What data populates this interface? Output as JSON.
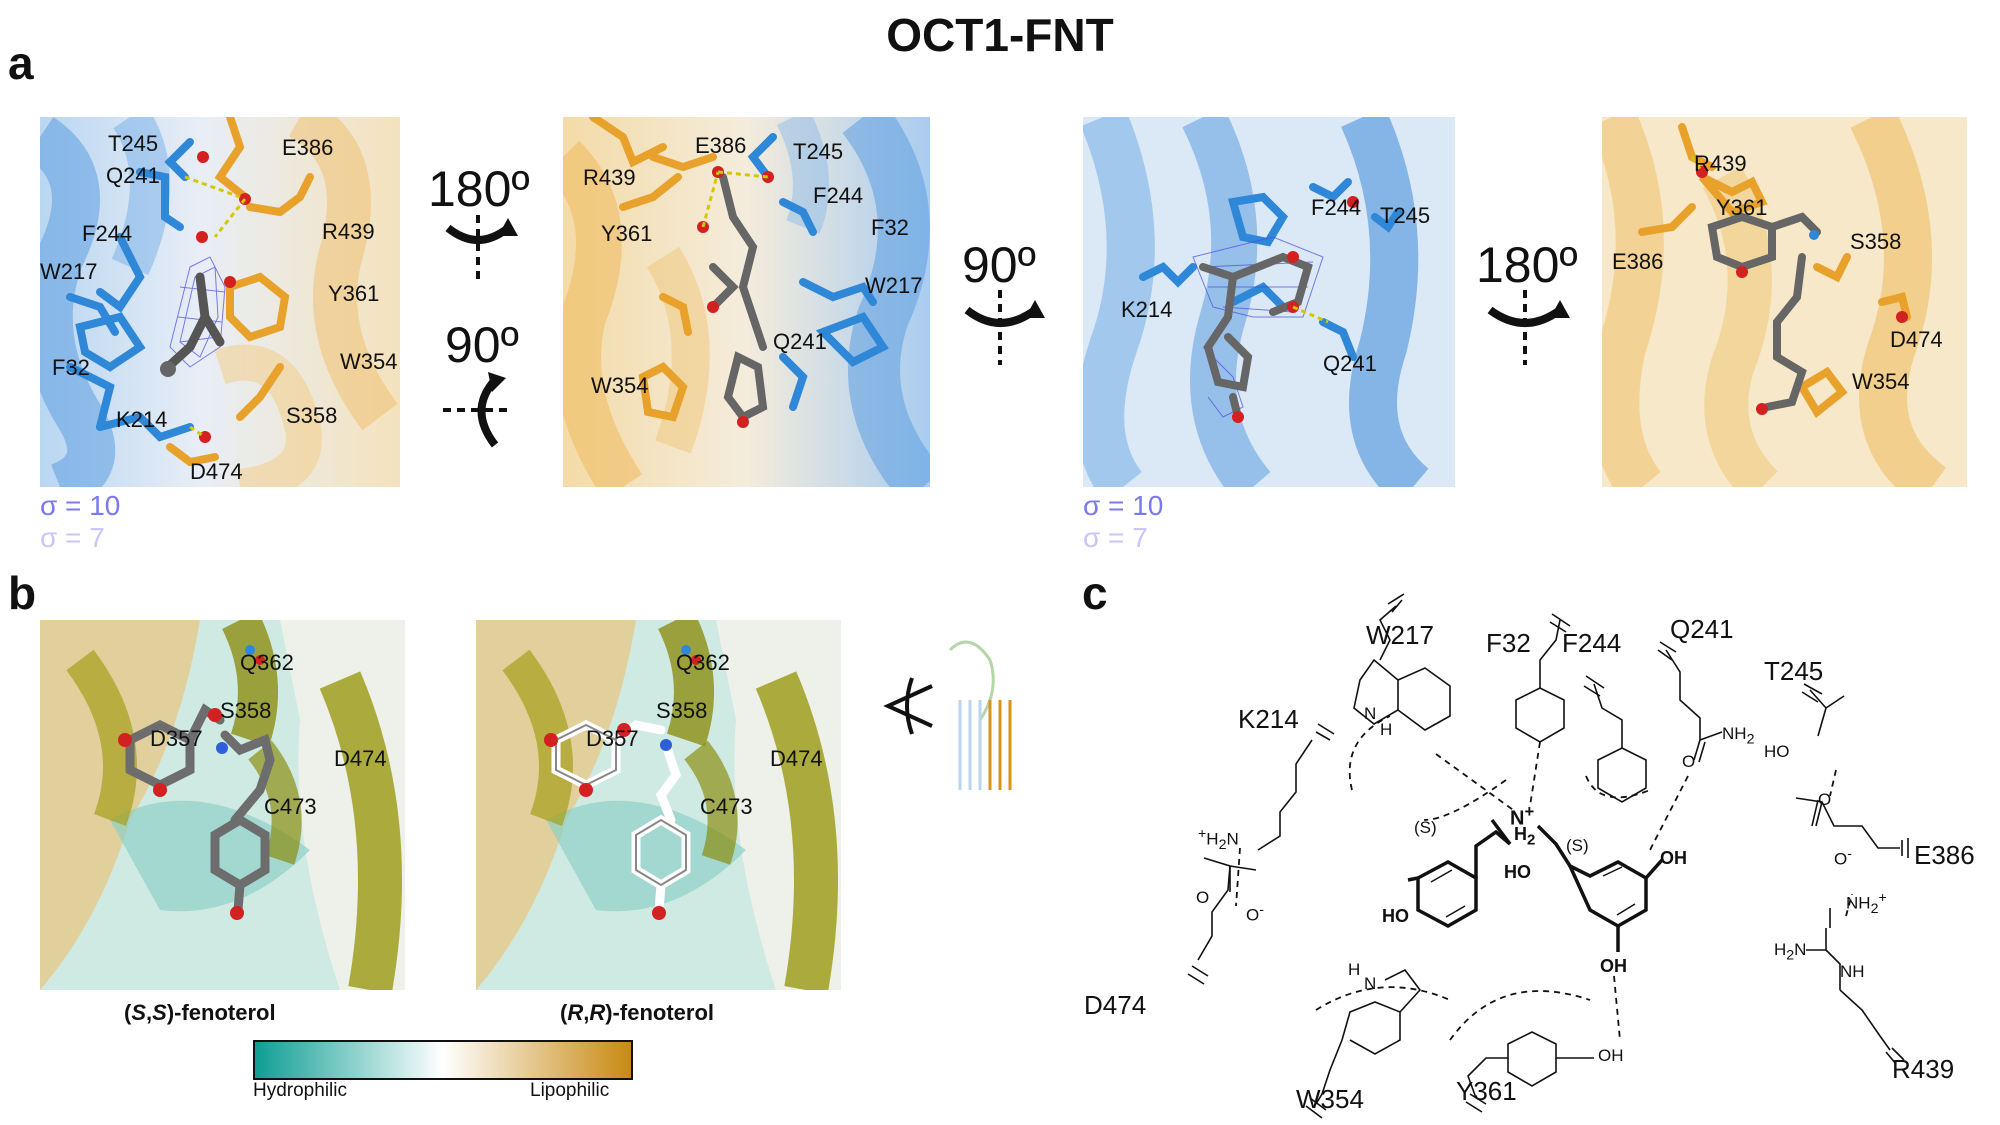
{
  "title": "OCT1-FNT",
  "panel_labels": {
    "a": "a",
    "b": "b",
    "c": "c"
  },
  "rotations": {
    "r1": "180º",
    "r2": "90º",
    "r3": "90º",
    "r4": "180º"
  },
  "sigma": {
    "high": "σ = 10",
    "low": "σ = 7"
  },
  "view1_labels": [
    "T245",
    "E386",
    "Q241",
    "R439",
    "F244",
    "W217",
    "Y361",
    "W354",
    "F32",
    "K214",
    "S358",
    "D474"
  ],
  "view2_labels": [
    "R439",
    "E386",
    "T245",
    "F244",
    "F32",
    "Y361",
    "W217",
    "Q241",
    "W354"
  ],
  "view3_labels": [
    "F244",
    "T245",
    "K214",
    "Q241"
  ],
  "view4_labels": [
    "R439",
    "Y361",
    "S358",
    "E386",
    "D474",
    "W354"
  ],
  "panel_b": {
    "labels": [
      "Q362",
      "S358",
      "D357",
      "D474",
      "C473"
    ],
    "caption_ss_prefix": "(",
    "caption_ss_s1": "S",
    "caption_ss_comma": ",",
    "caption_ss_s2": "S",
    "caption_ss_suffix": ")-fenoterol",
    "caption_rr_prefix": "(",
    "caption_rr_s1": "R",
    "caption_rr_comma": ",",
    "caption_rr_s2": "R",
    "caption_rr_suffix": ")-fenoterol",
    "colorbar_left": "Hydrophilic",
    "colorbar_right": "Lipophilic",
    "colors": {
      "hydrophilic": "#0f9e93",
      "mid": "#ffffff",
      "lipophilic": "#c88a12"
    }
  },
  "panel_c": {
    "residues": [
      "W217",
      "F32",
      "F244",
      "Q241",
      "T245",
      "K214",
      "E386",
      "D474",
      "W354",
      "Y361",
      "R439"
    ],
    "groups": {
      "nh2": "NH",
      "nh2_sub": "2",
      "h3n": "H",
      "h3n_sup": "+",
      "h3n_sub": "2",
      "h3n_n": "N",
      "o_minus": "O",
      "o_minus_sup": "-",
      "o": "O",
      "ho": "HO",
      "oh": "OH",
      "h": "H",
      "n": "N",
      "amine_n": "N",
      "amine_sup": "+",
      "amine_h": "H",
      "amine_sub": "2",
      "s_label": "(S)",
      "r439_nh2": "NH",
      "r439_nh2_sub": "2",
      "r439_nh2_sup": "+",
      "r439_h2n": "H",
      "r439_h2n_sub": "2",
      "r439_h2n_n": "N",
      "r439_nh": "NH"
    }
  },
  "colors": {
    "blue": "#2f87d8",
    "orange": "#e8a22b",
    "gray": "#6d6d6d",
    "red": "#d32020",
    "density": "#4a48e0"
  }
}
